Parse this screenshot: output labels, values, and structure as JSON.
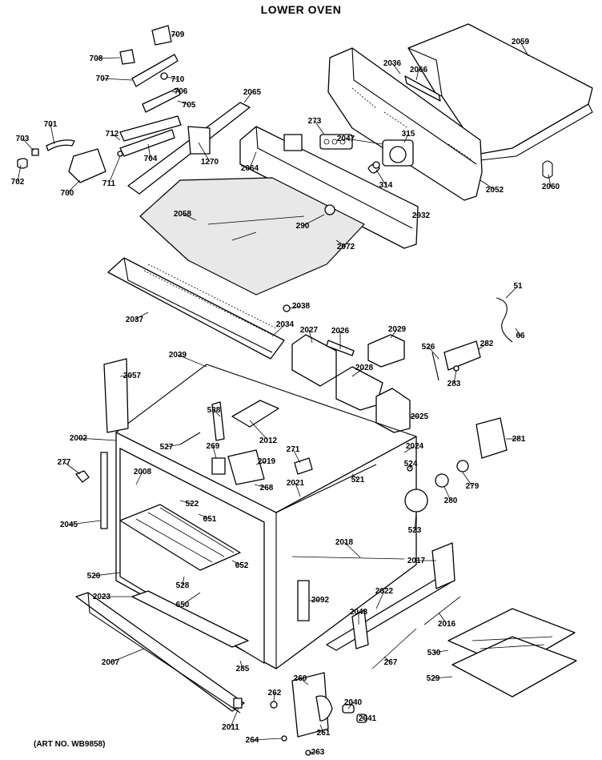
{
  "title": "LOWER OVEN",
  "art_number": "(ART NO. WB9858)",
  "callouts": [
    "709",
    "708",
    "707",
    "710",
    "706",
    "705",
    "712",
    "704",
    "703",
    "701",
    "702",
    "700",
    "711",
    "1270",
    "2065",
    "2064",
    "2036",
    "2066",
    "2059",
    "273",
    "2047",
    "315",
    "314",
    "2052",
    "2060",
    "2032",
    "290",
    "2072",
    "2058",
    "2038",
    "2037",
    "2034",
    "2027",
    "2026",
    "2029",
    "526",
    "282",
    "283",
    "51",
    "66",
    "2039",
    "2057",
    "2028",
    "2025",
    "538",
    "2002",
    "527",
    "269",
    "2012",
    "271",
    "2019",
    "268",
    "2024",
    "281",
    "524",
    "277",
    "2008",
    "522",
    "651",
    "521",
    "2021",
    "279",
    "280",
    "523",
    "2045",
    "2018",
    "2017",
    "652",
    "528",
    "520",
    "650",
    "2023",
    "2092",
    "2022",
    "2043",
    "2016",
    "2007",
    "267",
    "530",
    "285",
    "529",
    "260",
    "262",
    "2040",
    "2041",
    "2011",
    "261",
    "264",
    "263"
  ]
}
